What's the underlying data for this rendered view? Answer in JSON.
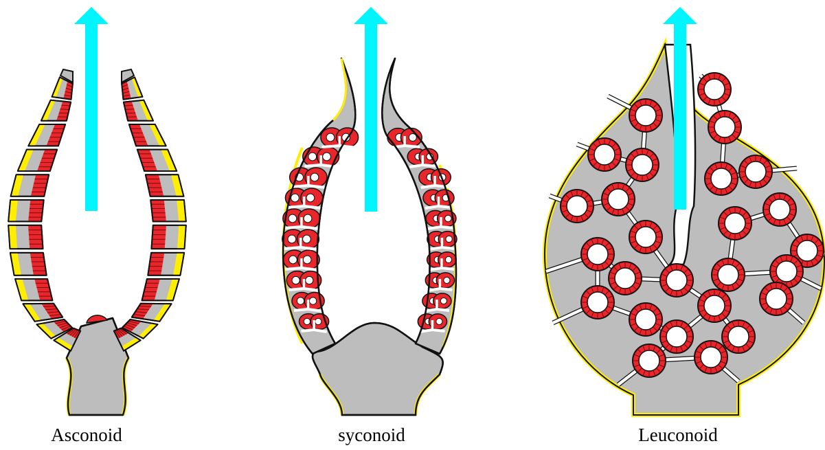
{
  "colors": {
    "body": "#bdbdbd",
    "outline": "#111111",
    "pinacoderm": "#ffee00",
    "choanocyte": "#e8262b",
    "channel": "#ffffff",
    "flow_arrow": "#00f5ff"
  },
  "sponges": [
    {
      "id": "asconoid",
      "label": "Asconoid"
    },
    {
      "id": "syconoid",
      "label": "syconoid"
    },
    {
      "id": "leuconoid",
      "label": "Leuconoid"
    }
  ],
  "icons": {
    "flow": "arrow-up-icon"
  }
}
